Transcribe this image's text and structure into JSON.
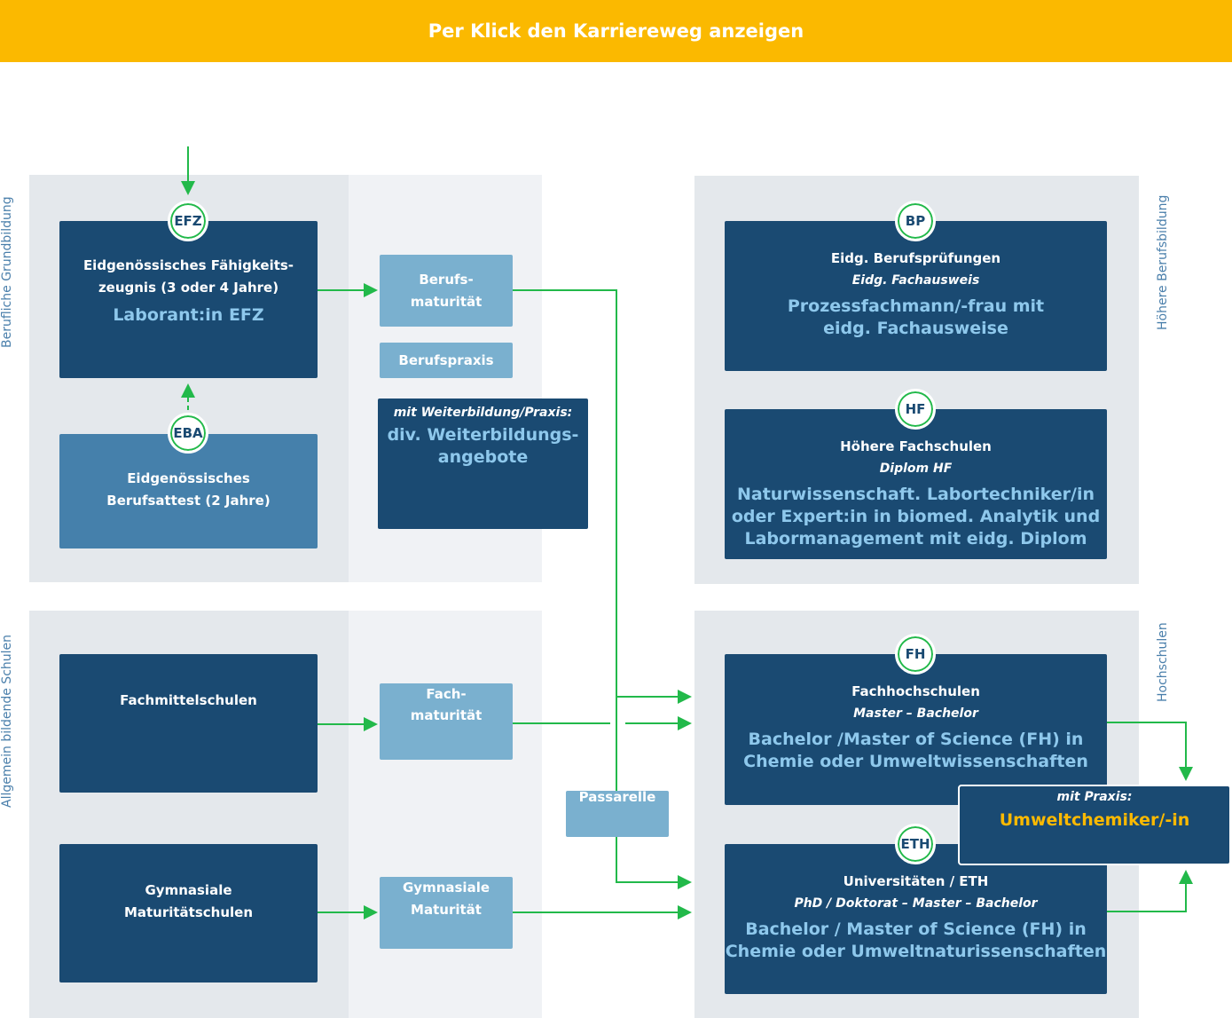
{
  "header": {
    "title": "Per Klick den Karriereweg anzeigen"
  },
  "sections": {
    "berufliche": "Berufliche Grundbildung",
    "allgemein": "Allgemein bildende Schulen",
    "hoehere": "Höhere Berufsbildung",
    "hochschulen": "Hochschulen"
  },
  "efz": {
    "badge": "EFZ",
    "line1": "Eidgenössisches Fähigkeits-",
    "line2": "zeugnis (3 oder 4 Jahre)",
    "highlight": "Laborant:in EFZ"
  },
  "eba": {
    "badge": "EBA",
    "line1": "Eidgenössisches",
    "line2": "Berufsattest (2 Jahre)"
  },
  "berufsmaturitaet": {
    "line1": "Berufs-",
    "line2": "maturität"
  },
  "berufspraxis": "Berufspraxis",
  "weiterbildung": {
    "intro": "mit Weiterbildung/Praxis:",
    "line1": "div. Weiterbildungs-",
    "line2": "angebote"
  },
  "fachmittelschulen": "Fachmittelschulen",
  "fachmaturitaet": {
    "line1": "Fach-",
    "line2": "maturität"
  },
  "gymnasiale": {
    "line1": "Gymnasiale",
    "line2": "Maturitätschulen"
  },
  "gym_maturitaet": {
    "line1": "Gymnasiale",
    "line2": "Maturität"
  },
  "passarelle": "Passarelle",
  "bp": {
    "badge": "BP",
    "title": "Eidg. Berufsprüfungen",
    "sub": "Eidg. Fachausweis",
    "hl1": "Prozessfachmann/-frau mit",
    "hl2": "eidg. Fachausweise"
  },
  "hf": {
    "badge": "HF",
    "title": "Höhere Fachschulen",
    "sub": "Diplom HF",
    "hl1": "Naturwissenschaft. Labortechniker/in",
    "hl2": "oder Expert:in in biomed. Analytik und",
    "hl3": "Labormanagement mit eidg. Diplom"
  },
  "fh": {
    "badge": "FH",
    "title": "Fachhochschulen",
    "sub": "Master –  Bachelor",
    "hl1": "Bachelor /Master of Science (FH) in",
    "hl2": "Chemie oder Umweltwissenschaften"
  },
  "eth": {
    "badge": "ETH",
    "title": "Universitäten / ETH",
    "sub": "PhD / Doktorat – Master – Bachelor",
    "hl1": "Bachelor / Master of Science (FH) in",
    "hl2": "Chemie oder Umweltnaturissenschaften"
  },
  "praxis": {
    "intro": "mit Praxis:",
    "job": "Umweltchemiker/-in"
  },
  "colors": {
    "accent": "#fbb900",
    "dark": "#1a4a72",
    "mid": "#4580ab",
    "light": "#7ab0cf",
    "arrow": "#22b94a"
  }
}
